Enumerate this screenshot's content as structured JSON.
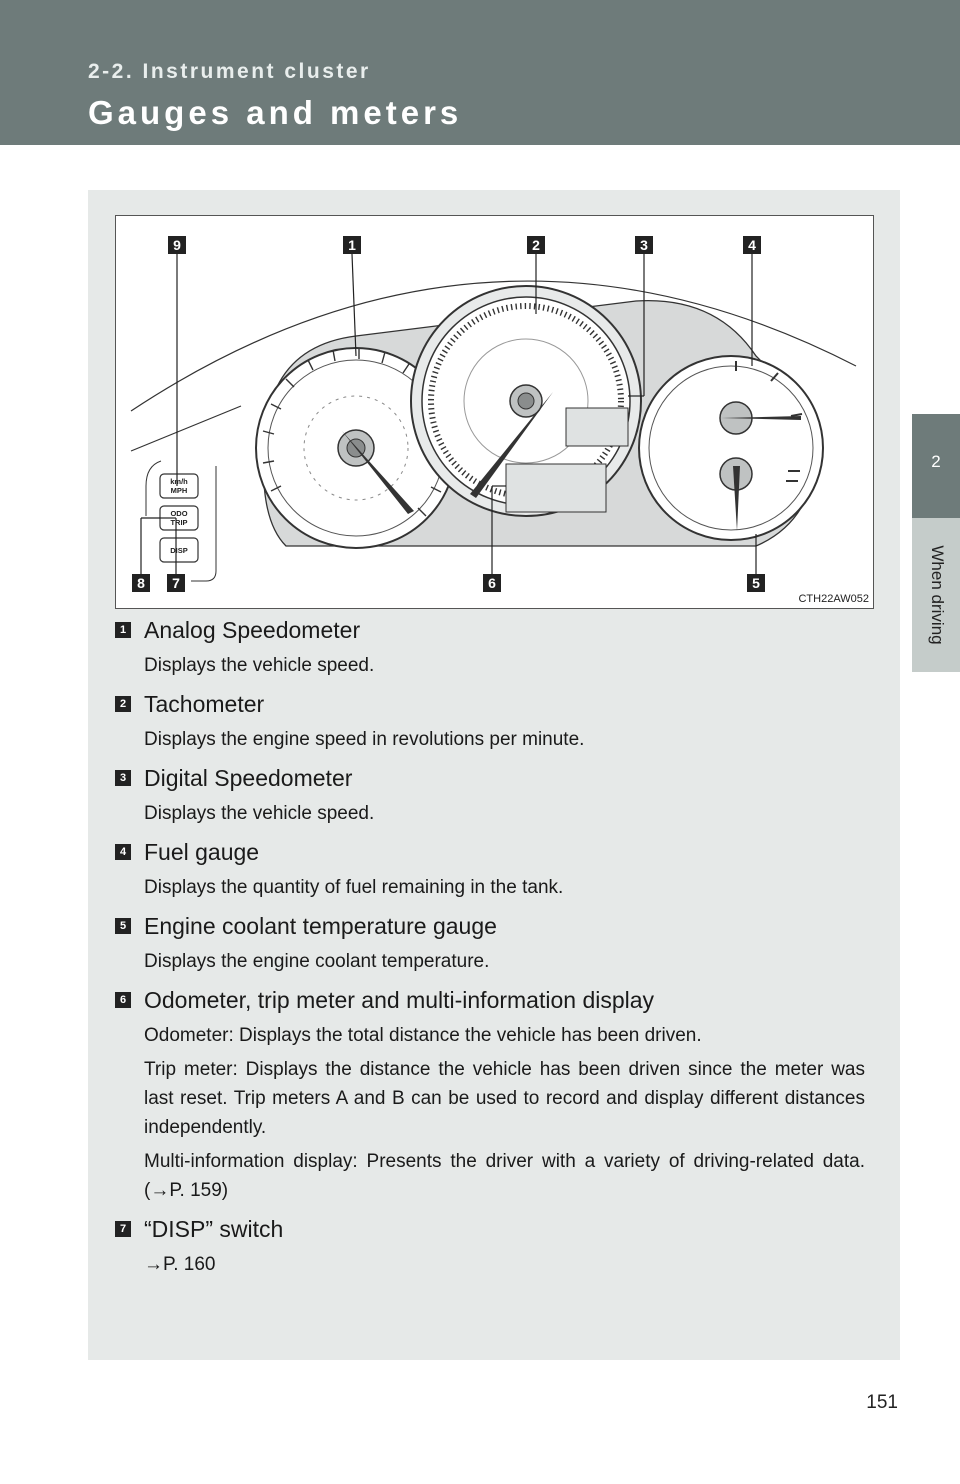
{
  "header": {
    "section": "2-2. Instrument cluster",
    "title": "Gauges and meters"
  },
  "side_tab": {
    "chapter": "2",
    "label": "When driving"
  },
  "figure": {
    "code": "CTH22AW052",
    "callouts": [
      "1",
      "2",
      "3",
      "4",
      "5",
      "6",
      "7",
      "8",
      "9"
    ],
    "buttons": [
      "km/h MPH",
      "ODO TRIP",
      "DISP"
    ]
  },
  "items": [
    {
      "num": "1",
      "title": "Analog Speedometer",
      "desc": [
        "Displays the vehicle speed."
      ]
    },
    {
      "num": "2",
      "title": "Tachometer",
      "desc": [
        "Displays the engine speed in revolutions per minute."
      ]
    },
    {
      "num": "3",
      "title": "Digital Speedometer",
      "desc": [
        "Displays the vehicle speed."
      ]
    },
    {
      "num": "4",
      "title": "Fuel gauge",
      "desc": [
        "Displays the quantity of fuel remaining in the tank."
      ]
    },
    {
      "num": "5",
      "title": "Engine coolant temperature gauge",
      "desc": [
        "Displays the engine coolant temperature."
      ]
    },
    {
      "num": "6",
      "title": "Odometer, trip meter and multi-information display",
      "desc": [
        "Odometer: Displays the total distance the vehicle has been driven.",
        "Trip meter: Displays the distance the vehicle has been driven since the meter was last reset. Trip meters A and B can be used to record and display different distances independently.",
        "Multi-information display: Presents the driver with a variety of driving-related data. (→P. 159)"
      ]
    },
    {
      "num": "7",
      "title": "“DISP” switch",
      "desc": [
        "→P. 160"
      ]
    }
  ],
  "page_number": "151"
}
